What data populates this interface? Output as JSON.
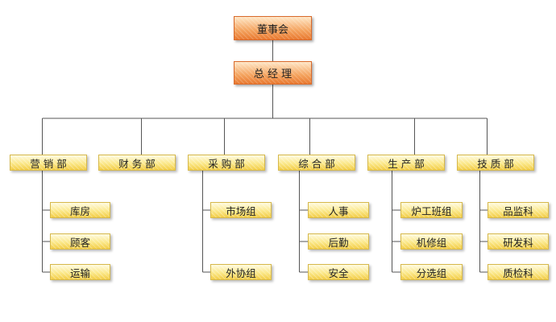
{
  "root": "董事会",
  "manager": "总 经 理",
  "departments": [
    {
      "label": "营 销 部",
      "children": [
        "库房",
        "顾客",
        "运输"
      ]
    },
    {
      "label": "财 务 部",
      "children": []
    },
    {
      "label": "采 购 部",
      "children": [
        "市场组",
        "外协组"
      ]
    },
    {
      "label": "综 合 部",
      "children": [
        "人事",
        "后勤",
        "安全"
      ]
    },
    {
      "label": "生 产 部",
      "children": [
        "炉工班组",
        "机修组",
        "分选组"
      ]
    },
    {
      "label": "技 质 部",
      "children": [
        "品监科",
        "研发科",
        "质检科"
      ]
    }
  ],
  "colors": {
    "top_box": "#f29a52",
    "dept_box": "#f7dc6b",
    "line": "#555555"
  }
}
